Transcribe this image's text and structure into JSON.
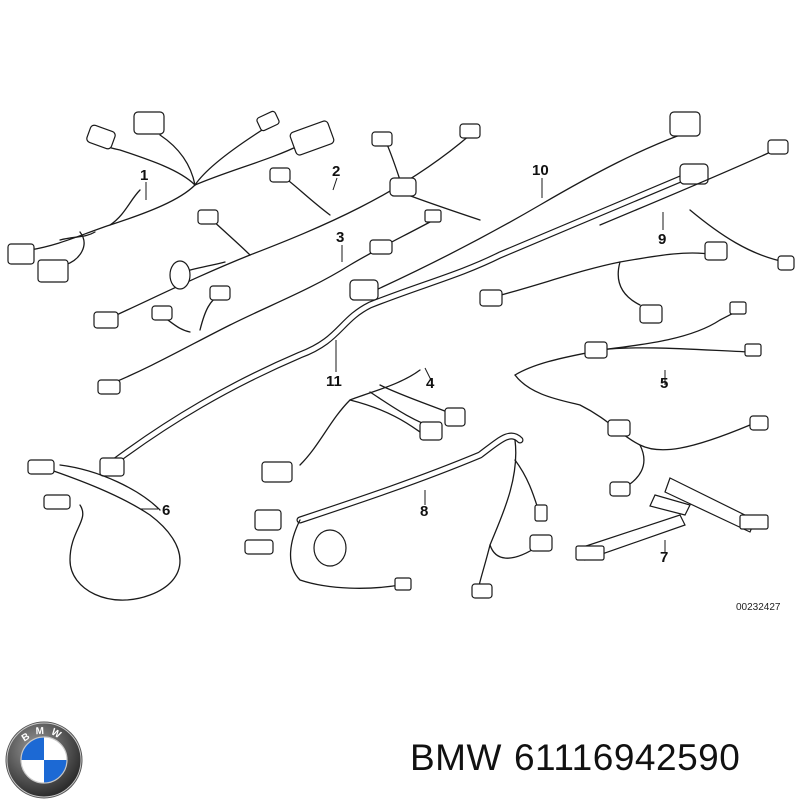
{
  "diagram": {
    "callouts": [
      "1",
      "2",
      "3",
      "4",
      "5",
      "6",
      "7",
      "8",
      "9",
      "10",
      "11"
    ],
    "figure_code": "00232427"
  },
  "caption": {
    "brand": "BMW",
    "part_number": "61116942590"
  },
  "logo": {
    "icon": "bmw-roundel-icon",
    "letters": "BMW",
    "colors": {
      "blue": "#1c69d4",
      "white": "#ffffff",
      "black": "#111111",
      "silver": "#c8c8c8"
    }
  }
}
